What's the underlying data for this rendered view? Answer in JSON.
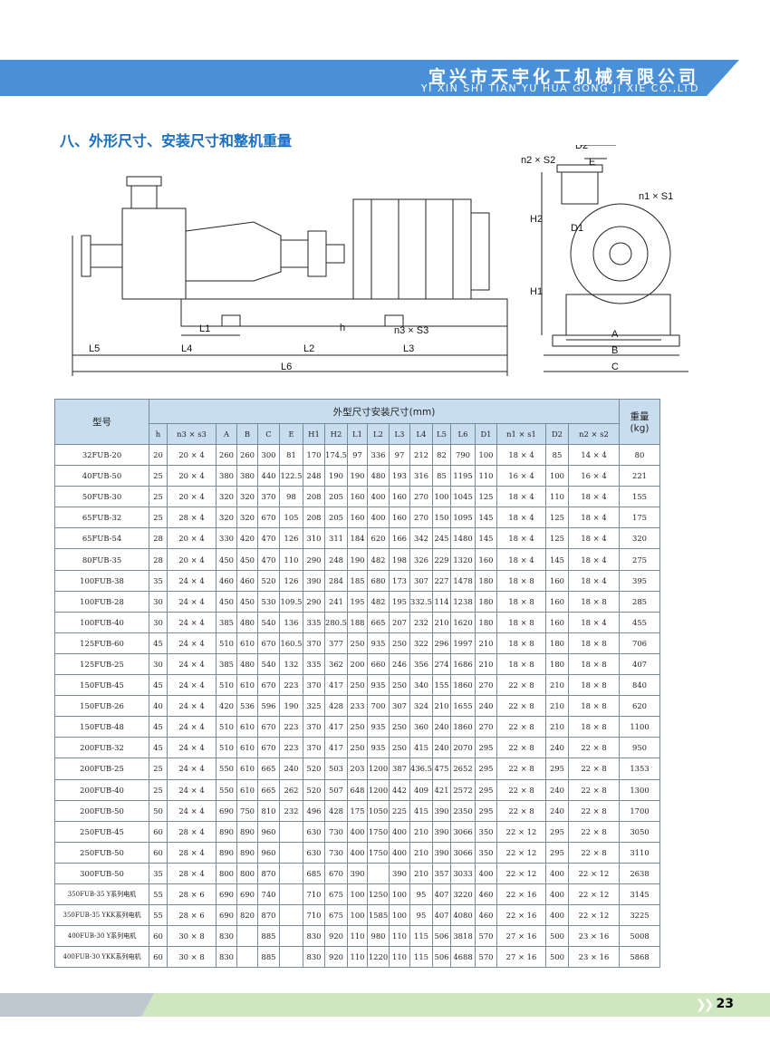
{
  "header": {
    "company_cn": "宜兴市天宇化工机械有限公司",
    "company_en": "YI XIN SHI TIAN YU HUA GONG JI XIE  CO.,LTD"
  },
  "section_title": "八、外形尺寸、安装尺寸和整机重量",
  "drawing_labels": {
    "L1": "L1",
    "L2": "L2",
    "L3": "L3",
    "L4": "L4",
    "L5": "L5",
    "L6": "L6",
    "h": "h",
    "n3s3": "n3 × S3",
    "n2s2": "n2 × S2",
    "n1s1": "n1 × S1",
    "D1": "D1",
    "D2": "D2",
    "E": "E",
    "H1": "H1",
    "H2": "H2",
    "A": "A",
    "B": "B",
    "C": "C"
  },
  "table": {
    "model_header": "型号",
    "dims_header": "外型尺寸安装尺寸(mm)",
    "weight_header": "重量",
    "weight_unit": "(kg)",
    "columns": [
      "h",
      "n3 × s3",
      "A",
      "B",
      "C",
      "E",
      "H1",
      "H2",
      "L1",
      "L2",
      "L3",
      "L4",
      "L5",
      "L6",
      "D1",
      "n1 × s1",
      "D2",
      "n2 × s2"
    ],
    "rows": [
      [
        "32FUB-20",
        "20",
        "20 × 4",
        "260",
        "260",
        "300",
        "81",
        "170",
        "174.5",
        "97",
        "336",
        "97",
        "212",
        "82",
        "790",
        "100",
        "18 × 4",
        "85",
        "14 × 4",
        "80"
      ],
      [
        "40FUB-50",
        "25",
        "20 × 4",
        "380",
        "380",
        "440",
        "122.5",
        "248",
        "190",
        "190",
        "480",
        "193",
        "316",
        "85",
        "1195",
        "110",
        "16 × 4",
        "100",
        "16 × 4",
        "221"
      ],
      [
        "50FUB-30",
        "25",
        "20 × 4",
        "320",
        "320",
        "370",
        "98",
        "208",
        "205",
        "160",
        "400",
        "160",
        "270",
        "100",
        "1045",
        "125",
        "18 × 4",
        "110",
        "18 × 4",
        "155"
      ],
      [
        "65FUB-32",
        "25",
        "28 × 4",
        "320",
        "320",
        "670",
        "105",
        "208",
        "205",
        "160",
        "400",
        "160",
        "270",
        "150",
        "1095",
        "145",
        "18 × 4",
        "125",
        "18 × 4",
        "175"
      ],
      [
        "65FUB-54",
        "28",
        "20 × 4",
        "330",
        "420",
        "470",
        "126",
        "310",
        "311",
        "184",
        "620",
        "166",
        "342",
        "245",
        "1480",
        "145",
        "18 × 4",
        "125",
        "18 × 4",
        "320"
      ],
      [
        "80FUB-35",
        "28",
        "20 × 4",
        "450",
        "450",
        "470",
        "110",
        "290",
        "248",
        "190",
        "482",
        "198",
        "326",
        "229",
        "1320",
        "160",
        "18 × 4",
        "145",
        "18 × 4",
        "275"
      ],
      [
        "100FUB-38",
        "35",
        "24 × 4",
        "460",
        "460",
        "520",
        "126",
        "390",
        "284",
        "185",
        "680",
        "173",
        "307",
        "227",
        "1478",
        "180",
        "18 × 8",
        "160",
        "18 × 4",
        "395"
      ],
      [
        "100FUB-28",
        "30",
        "24 × 4",
        "450",
        "450",
        "530",
        "109.5",
        "290",
        "241",
        "195",
        "482",
        "195",
        "332.5",
        "114",
        "1238",
        "180",
        "18 × 8",
        "160",
        "18 × 8",
        "285"
      ],
      [
        "100FUB-40",
        "30",
        "24 × 4",
        "385",
        "480",
        "540",
        "136",
        "335",
        "280.5",
        "188",
        "665",
        "207",
        "232",
        "210",
        "1620",
        "180",
        "18 × 8",
        "160",
        "18 × 4",
        "455"
      ],
      [
        "125FUB-60",
        "45",
        "24 × 4",
        "510",
        "610",
        "670",
        "160.5",
        "370",
        "377",
        "250",
        "935",
        "250",
        "322",
        "296",
        "1997",
        "210",
        "18 × 8",
        "180",
        "18 × 8",
        "706"
      ],
      [
        "125FUB-25",
        "30",
        "24 × 4",
        "385",
        "480",
        "540",
        "132",
        "335",
        "362",
        "200",
        "660",
        "246",
        "356",
        "274",
        "1686",
        "210",
        "18 × 8",
        "180",
        "18 × 8",
        "407"
      ],
      [
        "150FUB-45",
        "45",
        "24 × 4",
        "510",
        "610",
        "670",
        "223",
        "370",
        "417",
        "250",
        "935",
        "250",
        "340",
        "155",
        "1860",
        "270",
        "22 × 8",
        "210",
        "18 × 8",
        "840"
      ],
      [
        "150FUB-26",
        "40",
        "24 × 4",
        "420",
        "536",
        "596",
        "190",
        "325",
        "428",
        "233",
        "700",
        "307",
        "324",
        "210",
        "1655",
        "240",
        "22 × 8",
        "210",
        "18 × 8",
        "620"
      ],
      [
        "150FUB-48",
        "45",
        "24 × 4",
        "510",
        "610",
        "670",
        "223",
        "370",
        "417",
        "250",
        "935",
        "250",
        "360",
        "240",
        "1860",
        "270",
        "22 × 8",
        "210",
        "18 × 8",
        "1100"
      ],
      [
        "200FUB-32",
        "45",
        "24 × 4",
        "510",
        "610",
        "670",
        "223",
        "370",
        "417",
        "250",
        "935",
        "250",
        "415",
        "240",
        "2070",
        "295",
        "22 × 8",
        "240",
        "22 × 8",
        "950"
      ],
      [
        "200FUB-25",
        "25",
        "24 × 4",
        "550",
        "610",
        "665",
        "240",
        "520",
        "503",
        "203",
        "1200",
        "387",
        "436.5",
        "475",
        "2652",
        "295",
        "22 × 8",
        "295",
        "22 × 8",
        "1353"
      ],
      [
        "200FUB-40",
        "25",
        "24 × 4",
        "550",
        "610",
        "665",
        "262",
        "520",
        "507",
        "648",
        "1200",
        "442",
        "409",
        "421",
        "2572",
        "295",
        "22 × 8",
        "240",
        "22 × 8",
        "1300"
      ],
      [
        "200FUB-50",
        "50",
        "24 × 4",
        "690",
        "750",
        "810",
        "232",
        "496",
        "428",
        "175",
        "1050",
        "225",
        "415",
        "390",
        "2350",
        "295",
        "22 × 8",
        "240",
        "22 × 8",
        "1700"
      ],
      [
        "250FUB-45",
        "60",
        "28 × 4",
        "890",
        "890",
        "960",
        "",
        "630",
        "730",
        "400",
        "1750",
        "400",
        "210",
        "390",
        "3066",
        "350",
        "22 × 12",
        "295",
        "22 × 8",
        "3050"
      ],
      [
        "250FUB-50",
        "60",
        "28 × 4",
        "890",
        "890",
        "960",
        "",
        "630",
        "730",
        "400",
        "1750",
        "400",
        "210",
        "390",
        "3066",
        "350",
        "22 × 12",
        "295",
        "22 × 8",
        "3110"
      ],
      [
        "300FUB-50",
        "35",
        "28 × 4",
        "800",
        "800",
        "870",
        "",
        "685",
        "670",
        "390",
        "",
        "390",
        "210",
        "357",
        "3033",
        "400",
        "22 × 12",
        "400",
        "22 × 12",
        "2638"
      ],
      [
        "350FUB-35 Y系列电机",
        "55",
        "28 × 6",
        "690",
        "690",
        "740",
        "",
        "710",
        "675",
        "100",
        "1250",
        "100",
        "95",
        "407",
        "3220",
        "460",
        "22 × 16",
        "400",
        "22 × 12",
        "3145"
      ],
      [
        "350FUB-35 YKK系列电机",
        "55",
        "28 × 6",
        "690",
        "820",
        "870",
        "",
        "710",
        "675",
        "100",
        "1585",
        "100",
        "95",
        "407",
        "4080",
        "460",
        "22 × 16",
        "400",
        "22 × 12",
        "3225"
      ],
      [
        "400FUB-30 Y系列电机",
        "60",
        "30 × 8",
        "830",
        "",
        "885",
        "",
        "830",
        "920",
        "110",
        "980",
        "110",
        "115",
        "506",
        "3818",
        "570",
        "27 × 16",
        "500",
        "23 × 16",
        "5008"
      ],
      [
        "400FUB-30 YKK系列电机",
        "60",
        "30 × 8",
        "830",
        "",
        "885",
        "",
        "830",
        "920",
        "110",
        "1220",
        "110",
        "115",
        "506",
        "4688",
        "570",
        "27 × 16",
        "500",
        "23 × 16",
        "5868"
      ]
    ]
  },
  "page_number": "23",
  "colors": {
    "header_blue": "#4a90d9",
    "table_header_bg": "#c8def0",
    "footer_green": "#cfe6c0",
    "title_blue": "#1a6fc0"
  }
}
